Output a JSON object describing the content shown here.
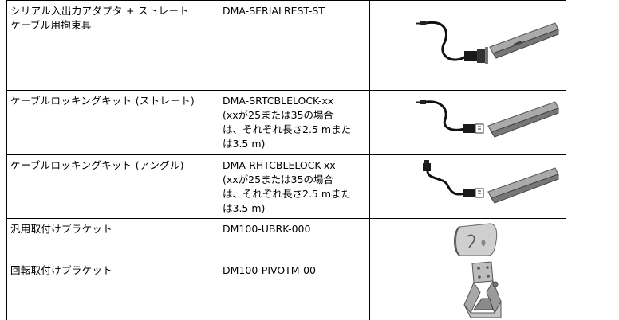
{
  "rows": [
    {
      "name": "シリアル入出力アダプタ + ストレート\nケーブル用拘束具",
      "part_number": "DMA-SERIALREST-ST",
      "note": "",
      "image": "serial-adapter-cable-bracket-icon"
    },
    {
      "name": "ケーブルロッキングキット (ストレート)",
      "part_number": "DMA-SRTCBLELOCK-xx",
      "note": "(xxが25または35の場合\nは、それぞれ長さ2.5 mまた\nは3.5 m)",
      "image": "straight-cable-lock-kit-icon"
    },
    {
      "name": "ケーブルロッキングキット (アングル)",
      "part_number": "DMA-RHTCBLELOCK-xx",
      "note": "(xxが25または35の場合\nは、それぞれ長さ2.5 mまた\nは3.5 m)",
      "image": "angled-cable-lock-kit-icon"
    },
    {
      "name": "汎用取付けブラケット",
      "part_number": "DM100-UBRK-000",
      "note": "",
      "image": "universal-mount-bracket-icon"
    },
    {
      "name": "回転取付けブラケット",
      "part_number": "DM100-PIVOTM-00",
      "note": "",
      "image": "pivot-mount-bracket-icon"
    }
  ]
}
